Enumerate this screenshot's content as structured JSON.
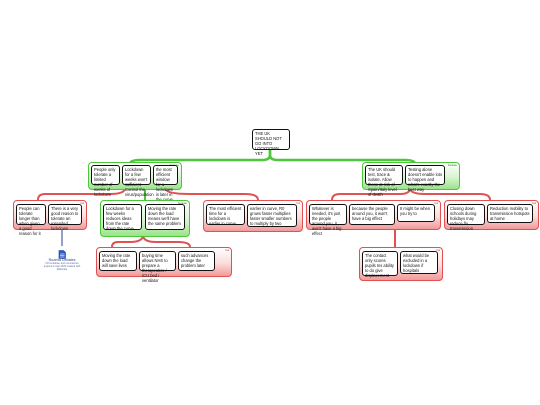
{
  "root": {
    "text": "THE UK SHOULD NOT GO INTO LOCKDOWN YET"
  },
  "groups": {
    "supporting_left": {
      "tag": "because",
      "color": "green"
    },
    "objection_left_1": {
      "tag": "but",
      "color": "red"
    },
    "objection_left_2": {
      "tag": "but",
      "color": "red"
    },
    "support_mid": {
      "tag": "because",
      "color": "green"
    },
    "rebuttal_mid": {
      "tag": "but",
      "color": "red"
    },
    "supporting_right": {
      "tag": "because",
      "color": "green"
    },
    "objection_right_1": {
      "tag": "but",
      "color": "red"
    },
    "objection_right_2": {
      "tag": "but",
      "color": "red"
    },
    "objection_right_3": {
      "tag": "but",
      "color": "red"
    }
  },
  "nodes": {
    "l1a": "People only tolerate a limited number of weeks of lockdown",
    "l1b": "Lockdown for a few weeks won't sufficient Control the virus/population",
    "l1c": "the most efficient window for a lockdown is later in the curve",
    "l2a": "People can tolerate longer than when given a good reason for it",
    "l2b": "There is a very good reason to tolerate an extended lockdown",
    "m2a": "Lockdown for a few weeks reduces ideas from the rate down the curve",
    "m2b": "Moving the rate down the load means we'll have the same problem",
    "r2a": "The most efficient time for a lockdown is earlier in curve",
    "r2b": "earlier in curve, R0 grows faster multiplies faster smaller numbers to multiply by two",
    "m3a": "Moving the rate down the load will save lives",
    "m3b": "buying time allows NHS to prepare a therapeutics / ICU bed / ventilator",
    "m3c": "such advances change the problem later",
    "rr1a": "The UK should test, trace & isolate, Allow those at risk of Spain/Italy level of death",
    "rr1b": "Testing alone doesn't enable lots to happen and what's exactly the best way",
    "rr2a": "Whatever is needed, it's just the people around you, it won't have a big effect",
    "rr2b": "because the people around you, it won't have a big effect",
    "rr2c": "It might be when you try to",
    "rr3a": "The contact only scores pupils Ins ability to do give displacement",
    "rr3b": "what would be excluded in a lockdown if hospitals",
    "rr4a": "Closing down schools during holidays may reduce flu transmission",
    "rr4b": "Reduction mobility to transmission hotspots at home"
  },
  "source": {
    "label": "Rozeira Debates",
    "caption": "UK lockdown and coronavirus argument map 2020 created with Rationale"
  },
  "colors": {
    "support": "#4cc63a",
    "objection": "#e05252",
    "link_blue": "#2b3f8c"
  }
}
